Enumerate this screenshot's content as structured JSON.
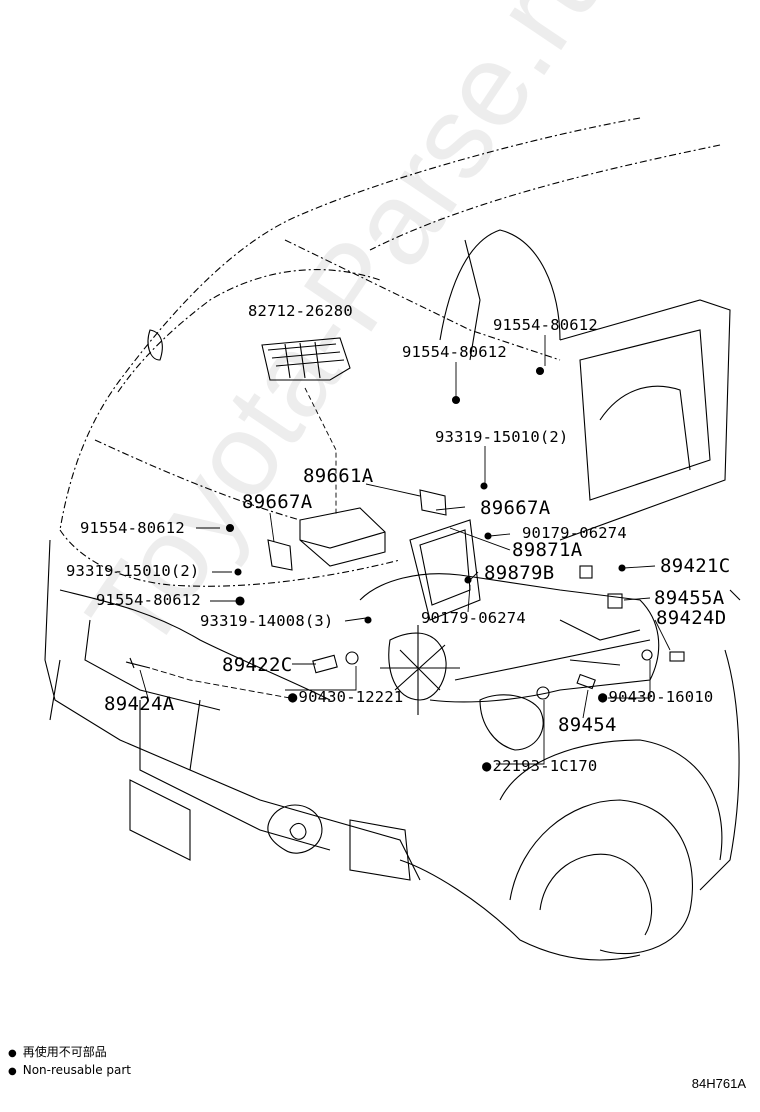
{
  "diagram": {
    "code": "84H761A",
    "watermark": "Toyota-Parse.ru",
    "accent_color": "#000000",
    "legend": {
      "icon": "filled-circle-bullet",
      "line1": "再使用不可部品",
      "line2": "Non-reusable part"
    },
    "callouts": {
      "c82712": "82712-26280",
      "c91554_top1": "91554-80612",
      "c91554_top2": "91554-80612",
      "c93319_top": "93319-15010(2)",
      "c89661A": "89661A",
      "c89667A_left": "89667A",
      "c89667A_right": "89667A",
      "c91554_left1": "91554-80612",
      "c90179_a": "90179-06274",
      "c89871A": "89871A",
      "c89879B": "89879B",
      "c93319_left": "93319-15010(2)",
      "c89421C": "89421C",
      "c91554_left2": "91554-80612",
      "c89455A": "89455A",
      "c93319_14008": "93319-14008(3)",
      "c90179_b": "90179-06274",
      "c89424D": "89424D",
      "c89422C": "89422C",
      "c90430_12221": "90430-12221",
      "c90430_16010": "90430-16010",
      "c89424A": "89424A",
      "c89454": "89454",
      "c22193": "22193-1C170"
    }
  }
}
